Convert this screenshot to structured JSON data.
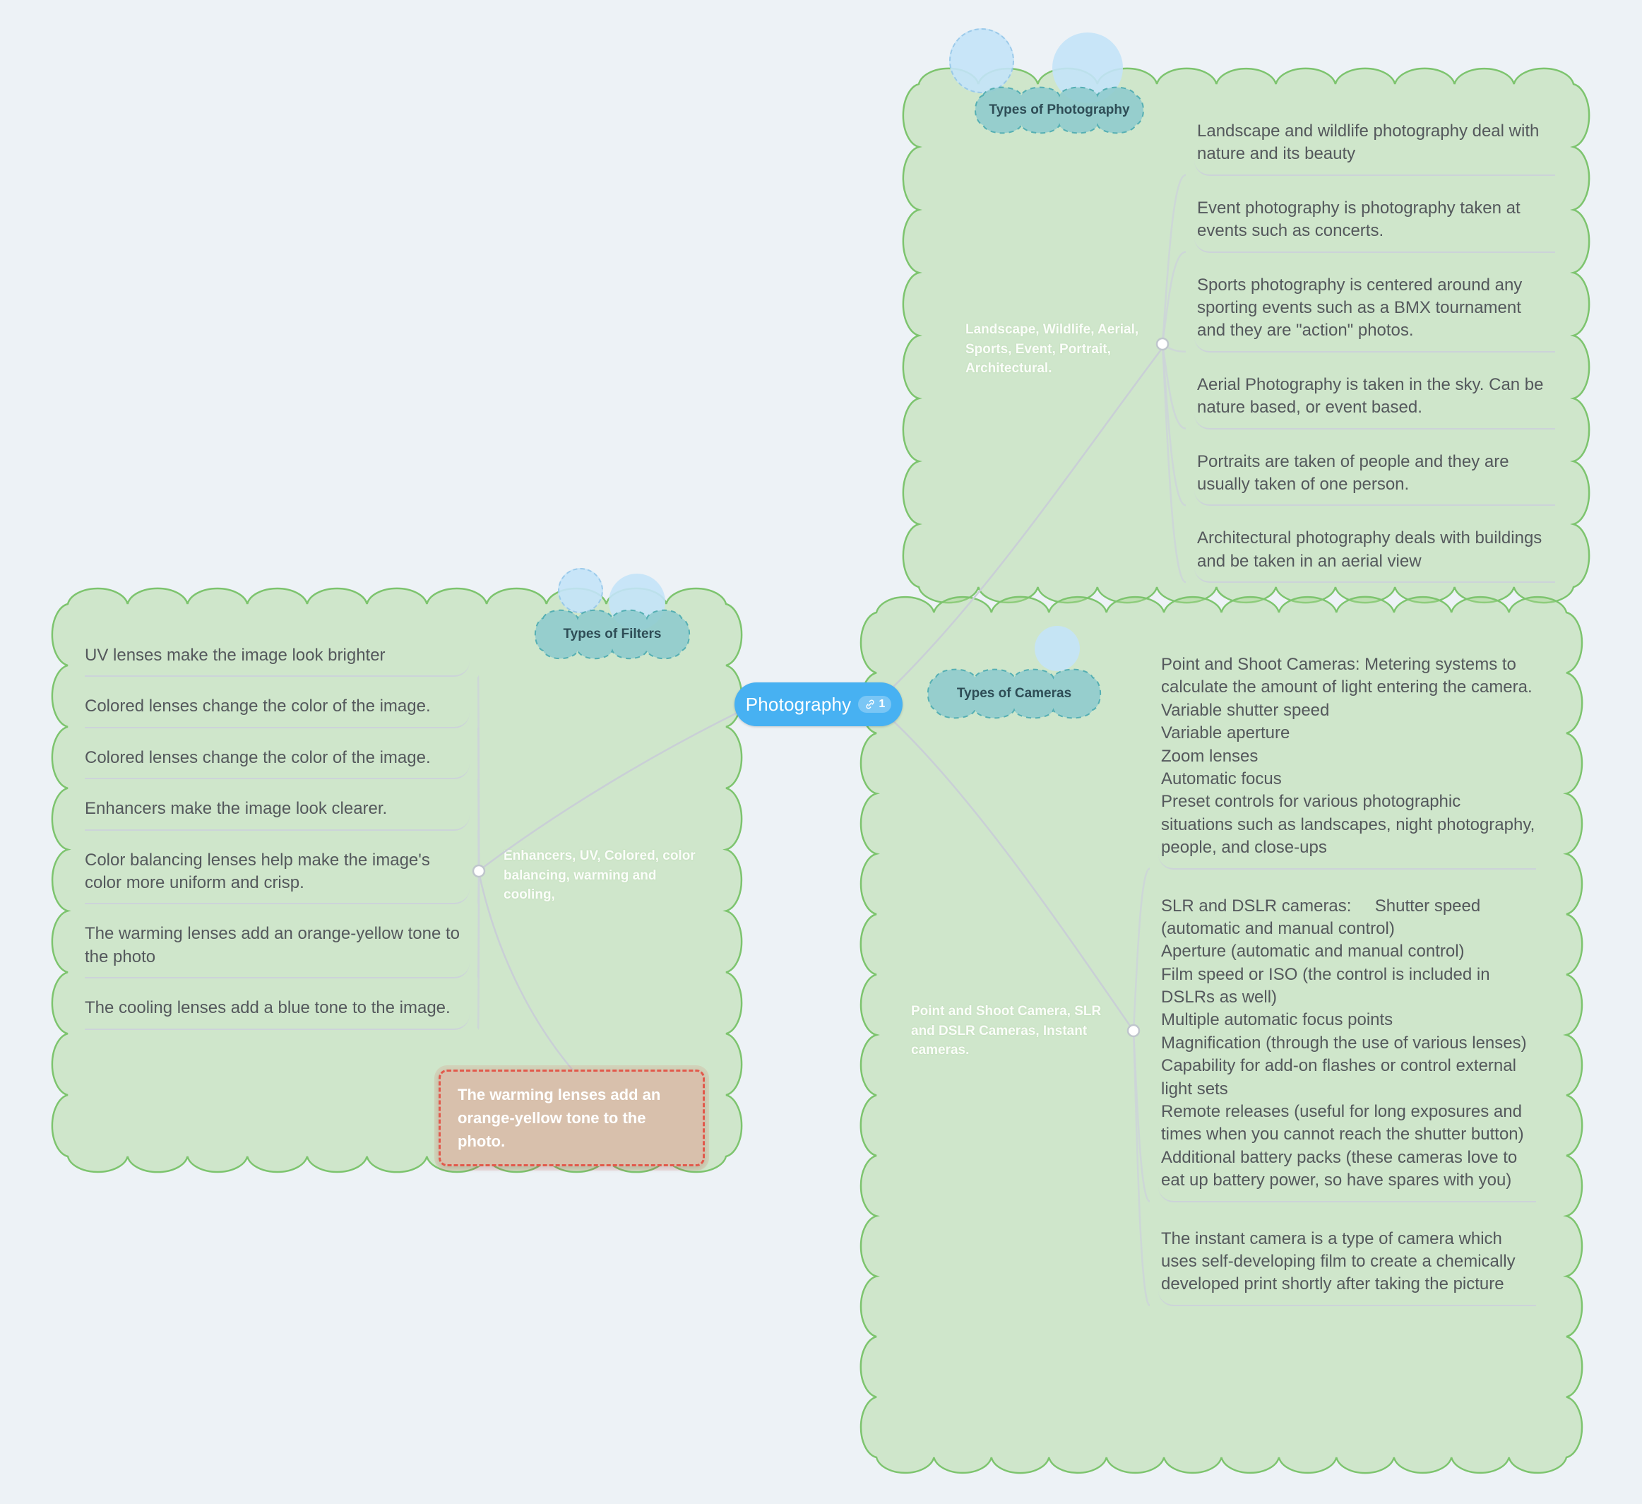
{
  "central": {
    "label": "Photography",
    "link_count": "1",
    "link_icon": "link-icon"
  },
  "branches": [
    {
      "id": "types-of-photography",
      "label": "Types of Photography",
      "branch_text": "Landscape, Wildlife, Aerial, Sports, Event, Portrait, Architectural.",
      "children": [
        "Landscape and wildlife photography deal with nature and its beauty",
        "Event photography is photography taken at events such as concerts.",
        "Sports photography is centered around any sporting events such as a BMX tournament  and they are \"action\" photos.",
        "Aerial Photography is taken in the sky. Can be nature based, or event based.",
        "Portraits are taken of people and they are usually taken of one person.",
        "Architectural photography deals with buildings and be taken in an aerial view"
      ]
    },
    {
      "id": "types-of-filters",
      "label": "Types of Filters",
      "branch_text": "Enhancers, UV, Colored, color balancing, warming and cooling,",
      "children": [
        "UV lenses make the image look brighter",
        "Colored lenses change the color of the image.",
        "Colored lenses change the color of the image.",
        "Enhancers make the image look clearer.",
        "Color balancing lenses help make the image's color more uniform and crisp.",
        "The warming lenses add an orange-yellow tone to the photo",
        "The cooling lenses add a blue tone to the image."
      ]
    },
    {
      "id": "types-of-cameras",
      "label": "Types of Cameras",
      "branch_text": "Point and Shoot Camera, SLR and DSLR Cameras, Instant cameras.",
      "children": [
        "Point and Shoot Cameras: Metering systems to calculate the amount of light entering the camera.\nVariable shutter speed\nVariable aperture\nZoom lenses\nAutomatic focus\nPreset controls for various photographic situations such as landscapes, night photography, people, and close-ups",
        "SLR and DSLR cameras:     Shutter speed (automatic and manual control)\nAperture (automatic and manual control)\nFilm speed or ISO (the control is included in DSLRs as well)\nMultiple automatic focus points\nMagnification (through the use of various lenses)\nCapability for add-on flashes or control external light sets\nRemote releases (useful for long exposures and times when you cannot reach the shutter button)\nAdditional battery packs (these cameras love to eat up battery power, so have spares with you)",
        "The instant camera is a type of camera which uses self-developing film to create a chemically developed print shortly after taking the picture"
      ]
    }
  ],
  "floating_note": {
    "text": "The warming lenses add an orange-yellow tone to the photo."
  },
  "colors": {
    "background": "#edf2f6",
    "central_node": "#47b1f2",
    "cloud_fill": "#d9ecd0",
    "cloud_stroke": "#7dc46e",
    "label_cloud_fill": "#8ecbcd",
    "label_cloud_stroke": "#55afb3",
    "note_background": "#d8c0ac",
    "note_border": "#e2594b",
    "connector": "#cdd3d9"
  }
}
